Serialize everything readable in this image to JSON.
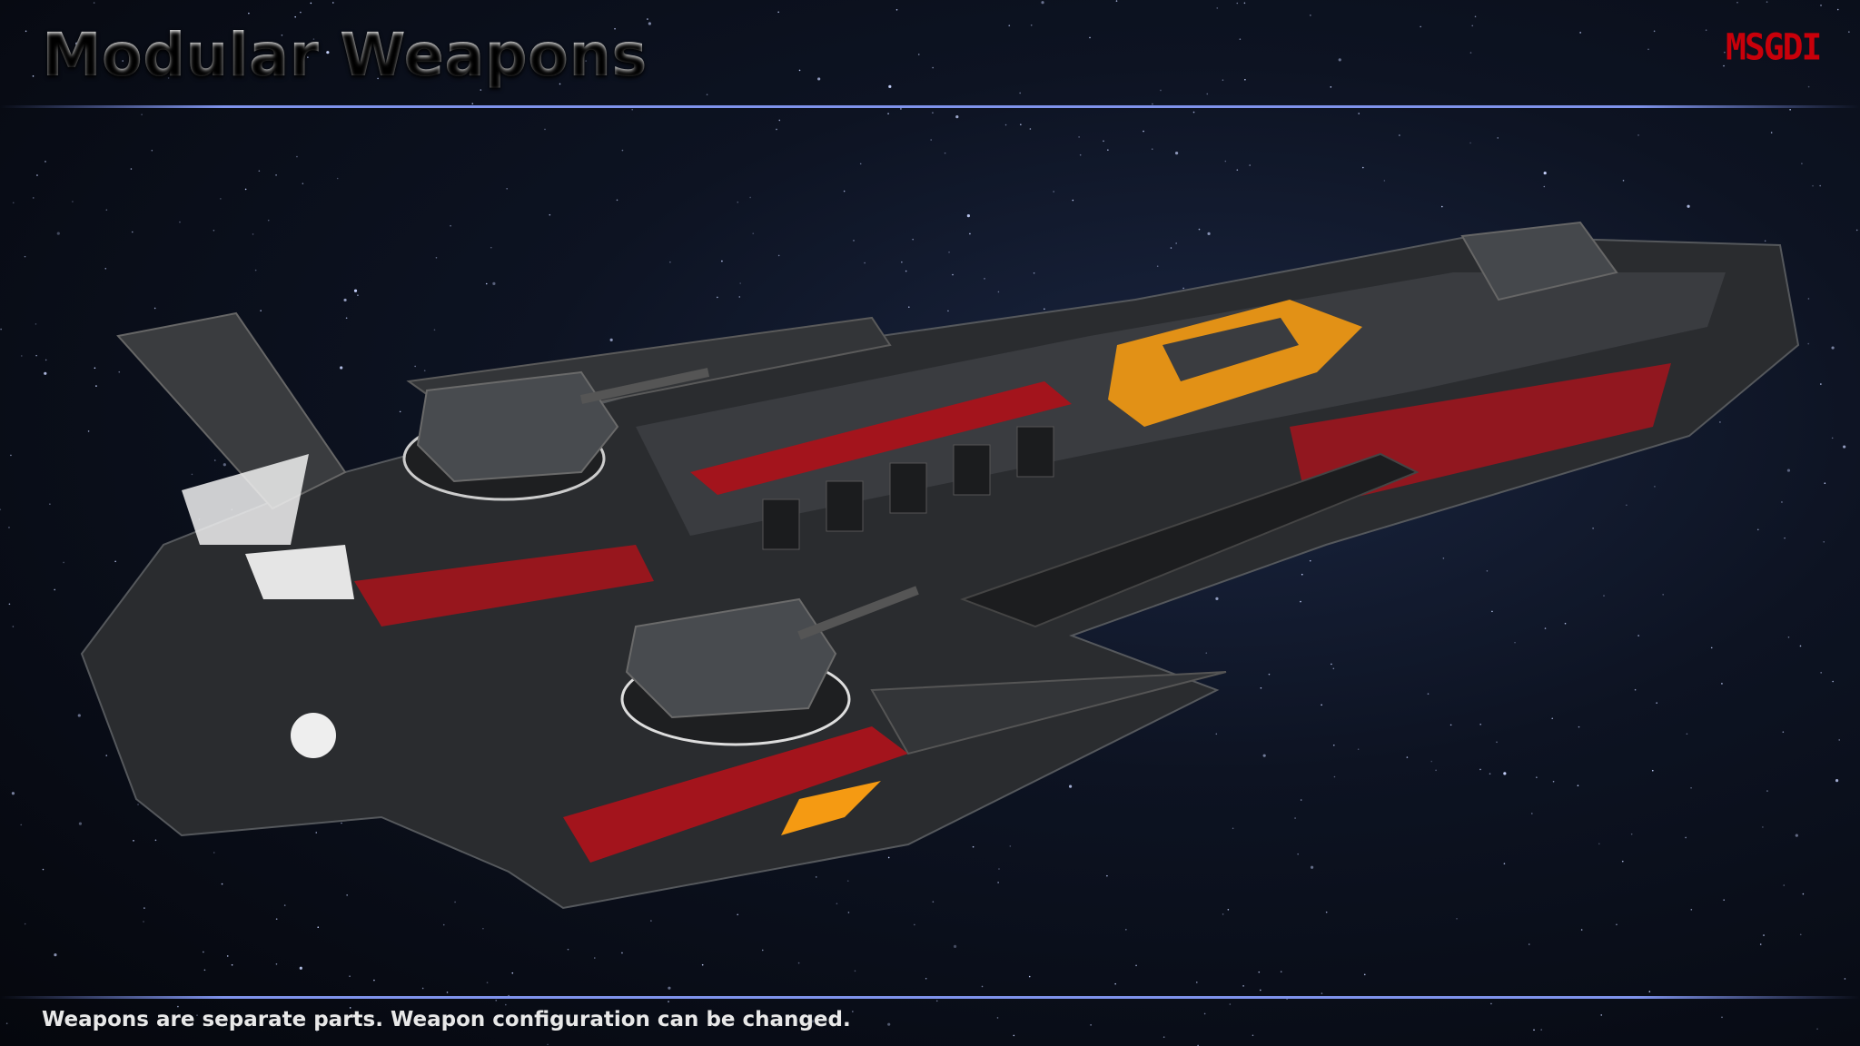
{
  "header": {
    "title": "Modular Weapons",
    "logo": "MSGDI"
  },
  "footer": {
    "caption": "Weapons are separate parts. Weapon configuration can be changed."
  },
  "colors": {
    "accent_line": "#7f93ec",
    "logo": "#c8000a",
    "hull_red": "#a3141c",
    "hull_orange": "#f59a12",
    "hull_dark": "#2b2d30"
  }
}
